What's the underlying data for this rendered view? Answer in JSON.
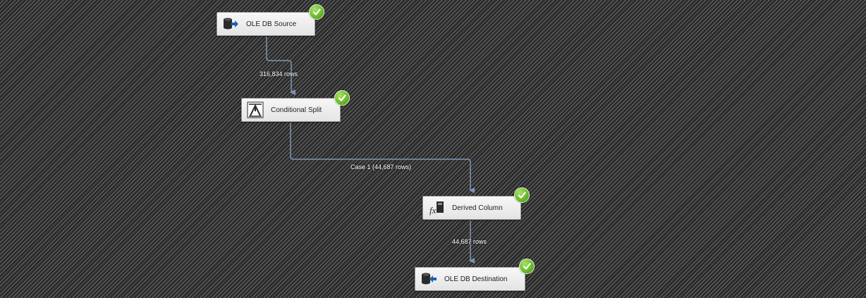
{
  "canvas": {
    "background": "hatched-dark-gray"
  },
  "components": {
    "source": {
      "label": "OLE DB Source",
      "icon": "ole-db-source-icon",
      "status": "success"
    },
    "split": {
      "label": "Conditional Split",
      "icon": "conditional-split-icon",
      "status": "success"
    },
    "derived": {
      "label": "Derived Column",
      "icon": "derived-column-icon",
      "status": "success"
    },
    "destination": {
      "label": "OLE DB Destination",
      "icon": "ole-db-destination-icon",
      "status": "success"
    }
  },
  "paths": {
    "source_to_split": {
      "label": "316,834 rows"
    },
    "split_to_derived": {
      "label": "Case 1 (44,687 rows)"
    },
    "derived_to_destination": {
      "label": "44,687 rows"
    }
  },
  "colors": {
    "connector": "#7f93b8",
    "status_success": "#6cbb2c",
    "arrow_blue": "#1f5fae"
  }
}
